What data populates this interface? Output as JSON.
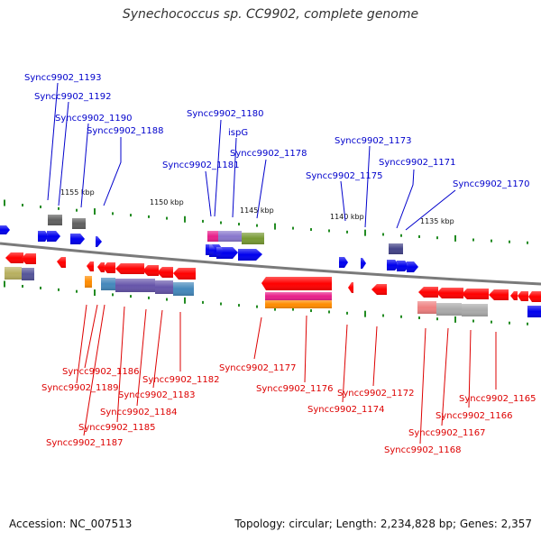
{
  "title": "Synechococcus sp. CC9902, complete genome",
  "footer": {
    "accession": "Accession: NC_007513",
    "topology": "Topology: circular; Length: 2,234,828 bp; Genes: 2,357"
  },
  "colors": {
    "backbone": "#707070",
    "forward_gene": "#0000ee",
    "reverse_gene": "#ff0000",
    "forward_label": "#0000cc",
    "reverse_label": "#dd0000",
    "tick": "#228b22"
  },
  "scale_labels": [
    "1155 kbp",
    "1150 kbp",
    "1145 kbp",
    "1140 kbp",
    "1135 kbp"
  ],
  "top_labels": [
    "Syncc9902_1193",
    "Syncc9902_1192",
    "Syncc9902_1190",
    "Syncc9902_1188",
    "Syncc9902_1180",
    "ispG",
    "Syncc9902_1181",
    "Syncc9902_1178",
    "Syncc9902_1173",
    "Syncc9902_1175",
    "Syncc9902_1171",
    "Syncc9902_1170"
  ],
  "bottom_labels": [
    "Syncc9902_1186",
    "Syncc9902_1189",
    "Syncc9902_1182",
    "Syncc9902_1183",
    "Syncc9902_1184",
    "Syncc9902_1185",
    "Syncc9902_1187",
    "Syncc9902_1177",
    "Syncc9902_1176",
    "Syncc9902_1174",
    "Syncc9902_1172",
    "Syncc9902_1165",
    "Syncc9902_1166",
    "Syncc9902_1167",
    "Syncc9902_1168"
  ]
}
